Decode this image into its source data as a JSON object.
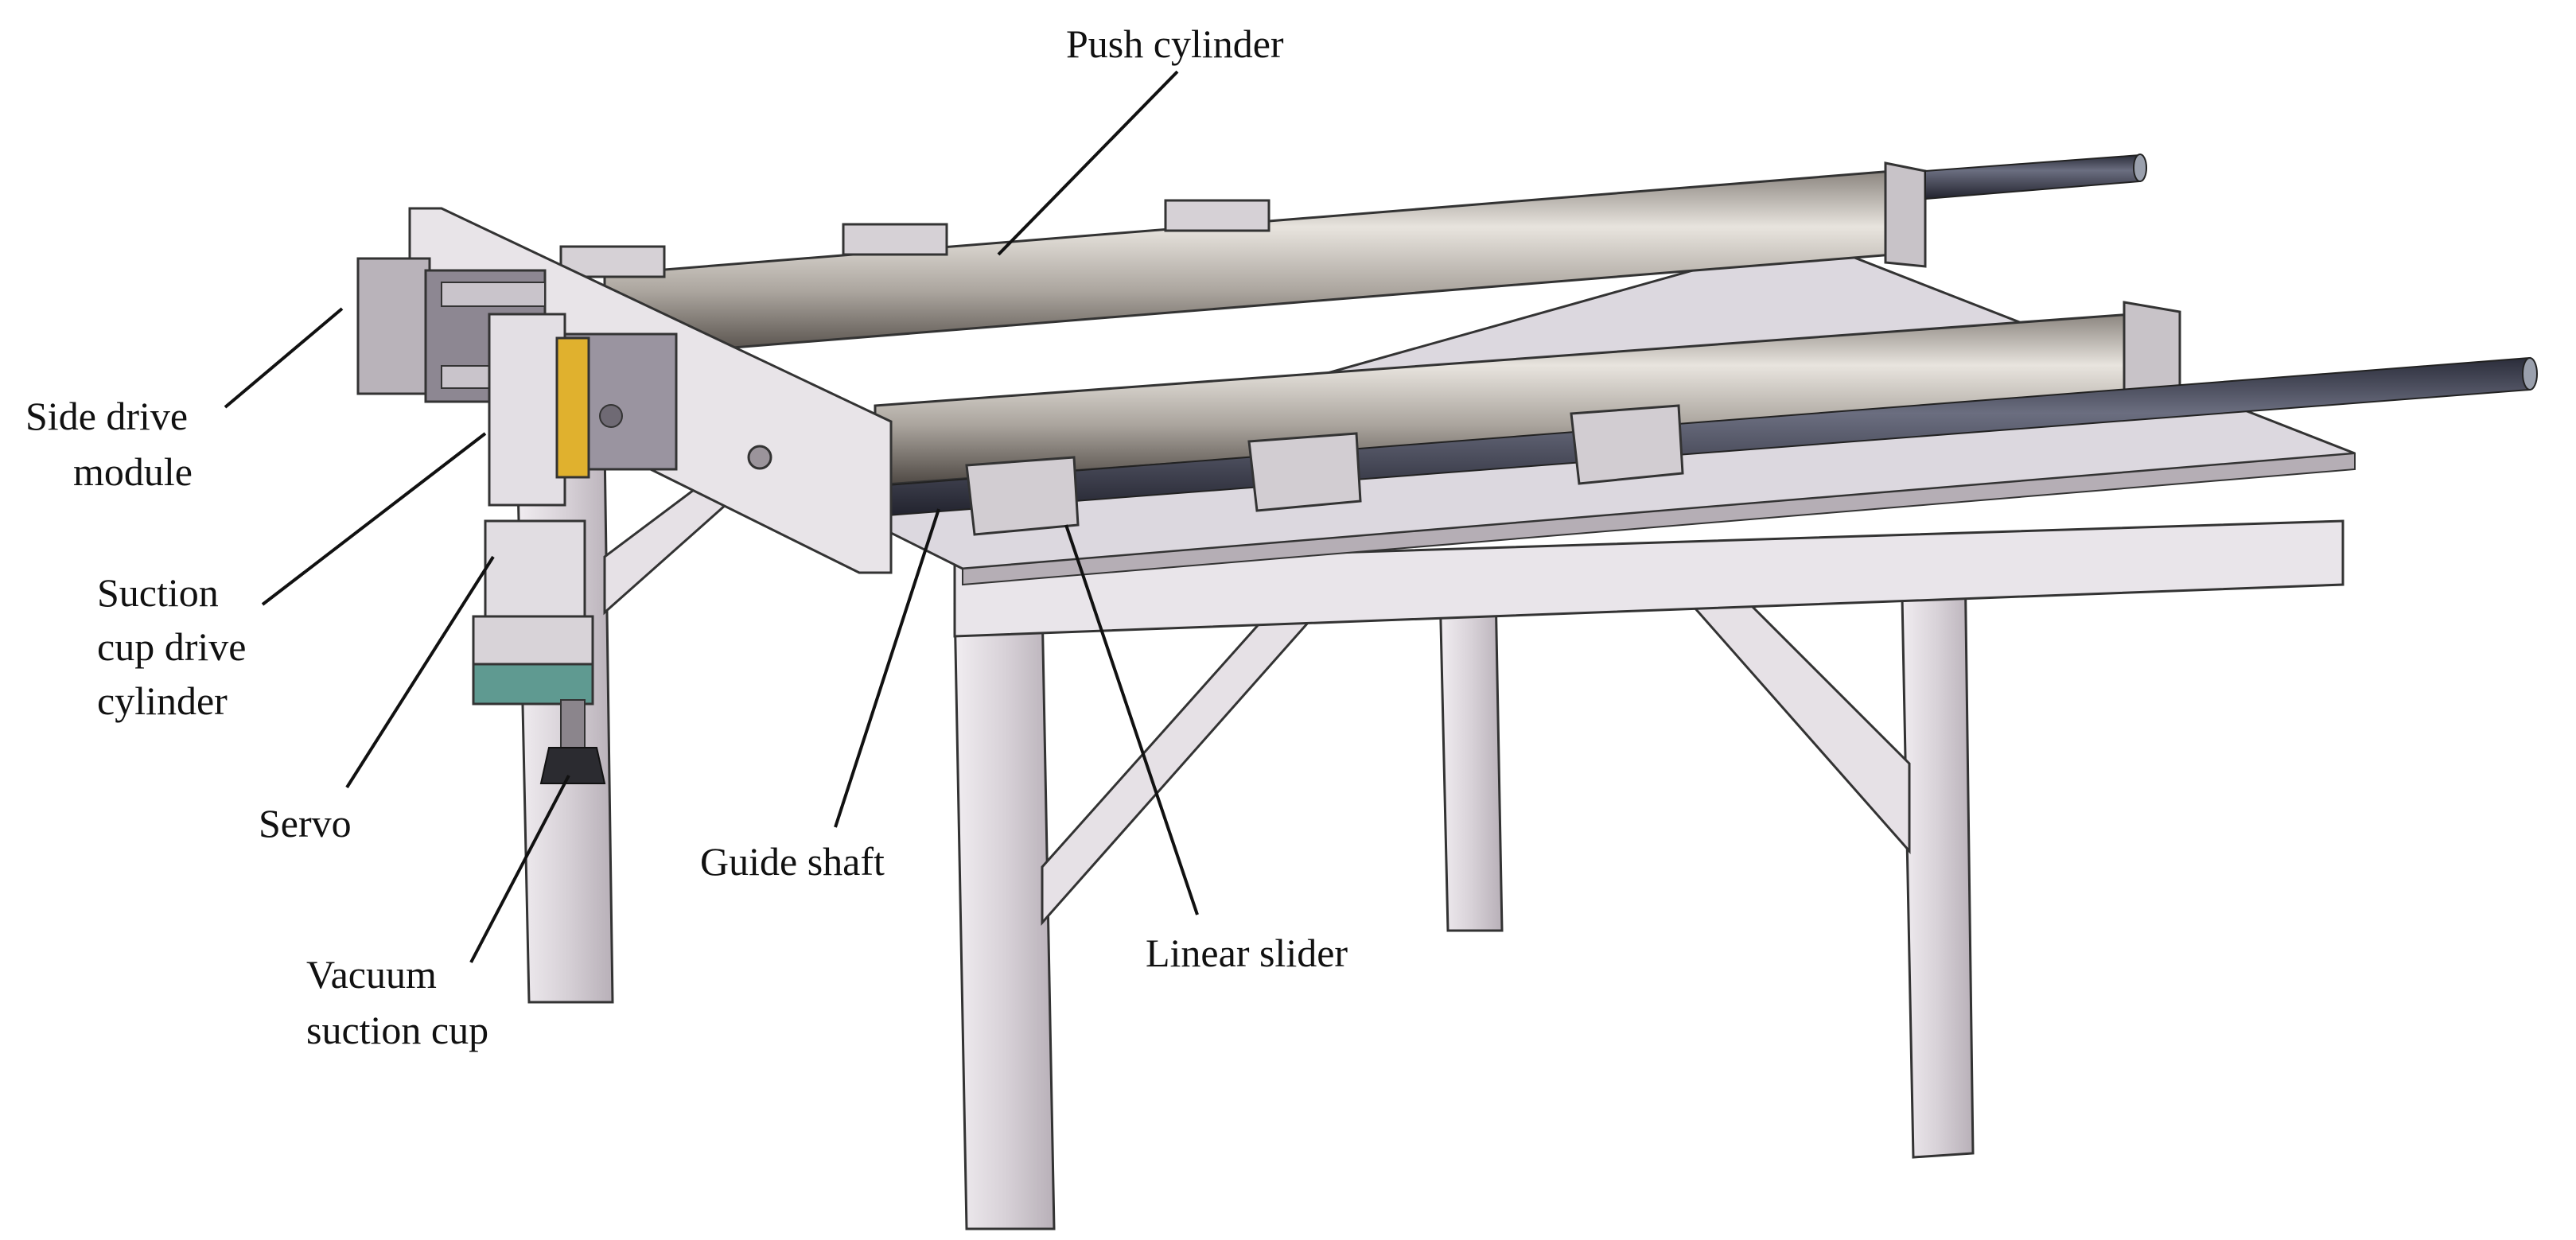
{
  "labels": {
    "push_cylinder": "Push cylinder",
    "side_drive_module": [
      "Side drive",
      "module"
    ],
    "suction_cup_drive_cylinder": [
      "Suction",
      "cup drive",
      "cylinder"
    ],
    "servo": "Servo",
    "vacuum_suction_cup": [
      "Vacuum",
      "suction cup"
    ],
    "guide_shaft": "Guide shaft",
    "linear_slider": "Linear slider"
  },
  "colors": {
    "frame_light": "#e4dfe3",
    "frame_mid": "#c9c2c8",
    "frame_dark": "#9d959c",
    "cylinder_light": "#c9c4bd",
    "cylinder_dark": "#5a544f",
    "shaft": "#3d3f4f",
    "plate": "#dcd8de",
    "accent_yellow": "#e0b12e",
    "servo_teal": "#5f9a91",
    "outline": "#2a2a2a"
  }
}
